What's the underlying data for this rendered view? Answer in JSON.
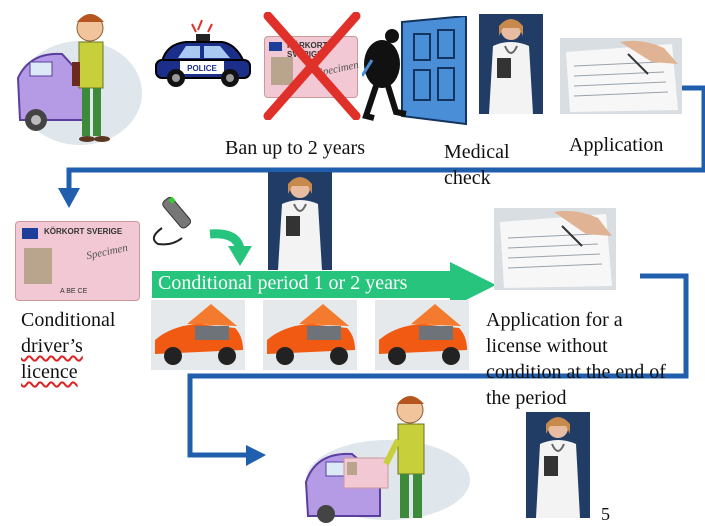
{
  "labels": {
    "ban": "Ban up to 2 years",
    "medical_check": "Medical check",
    "application": "Application",
    "conditional_licence": "Conditional driver’s licence",
    "conditional_licence_l1": "Conditional",
    "conditional_licence_l2": "driver’s",
    "conditional_licence_l3": "licence",
    "conditional_period": "Conditional period 1 or 2 years",
    "application_without_condition": "Application for a license without condition at the end of the period",
    "awc_l1": "Application for a",
    "awc_l2": "license without",
    "awc_l3": "condition at the end of",
    "awc_l4": "the period"
  },
  "police_car": {
    "text": "POLICE"
  },
  "licence_card": {
    "title": "KÖRKORT SVERIGE",
    "stamp": "Specimen",
    "code": "A BE CE"
  },
  "page_number": "5",
  "colors": {
    "flow_arrow": "#1f5fae",
    "green_arrow": "#26c47d",
    "licence_pink": "#f1c8d4",
    "cross_red": "#e0302a",
    "police_blue": "#1b2f8a",
    "door_blue": "#4a8ed8"
  },
  "icons": [
    "man-with-car",
    "police-car",
    "crossed-licence",
    "exit-door",
    "doctor",
    "application-form",
    "licence-card",
    "breathalyzer",
    "green-curved-arrow",
    "car-engine",
    "man-with-licence"
  ]
}
